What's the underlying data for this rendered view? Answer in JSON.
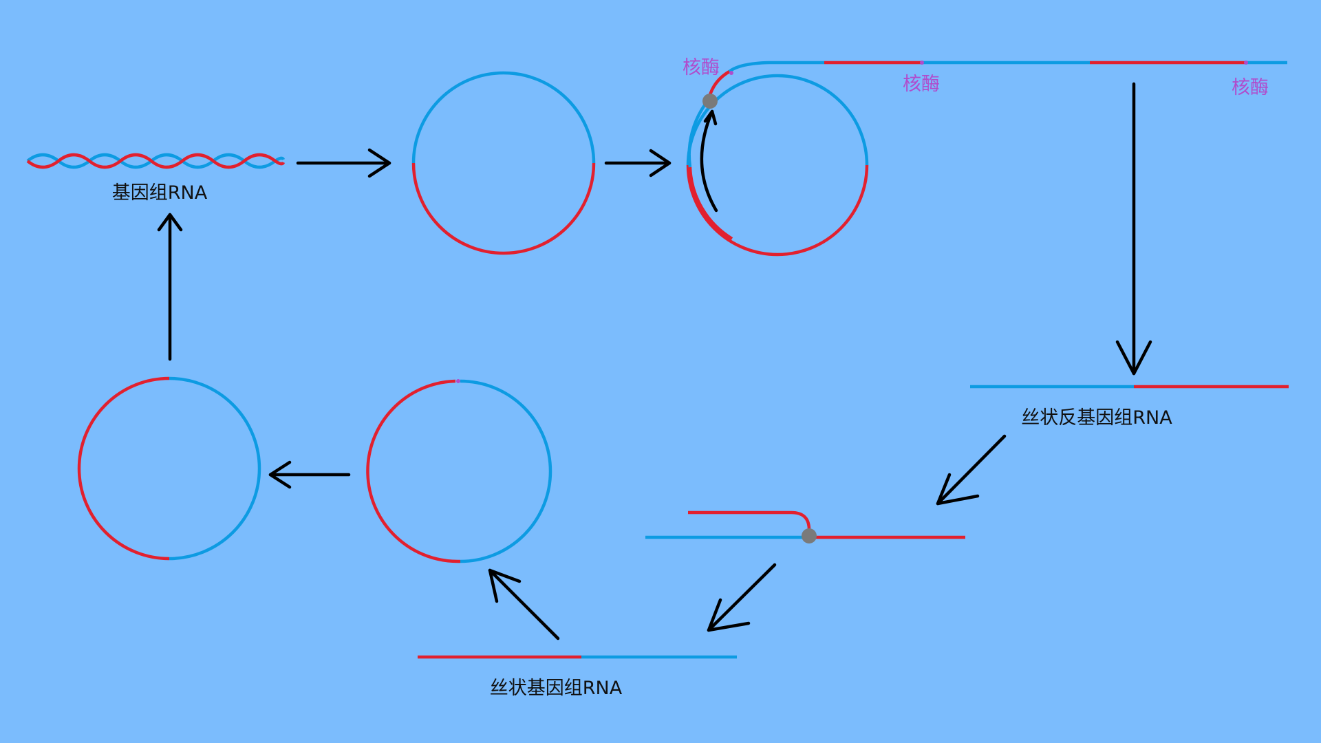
{
  "colors": {
    "background": "#7bbcfd",
    "strand_blue": "#0d9be2",
    "strand_red": "#e2202e",
    "ribozyme_label": "#b04ccc",
    "enzyme_dot": "#7a7a7a",
    "arrow": "#000000"
  },
  "labels": {
    "genomic_rna": "基因组RNA",
    "filamentous_antigenomic_rna": "丝状反基因组RNA",
    "filamentous_genomic_rna": "丝状基因组RNA",
    "ribozyme_1": "核酶",
    "ribozyme_2": "核酶",
    "ribozyme_3": "核酶"
  }
}
